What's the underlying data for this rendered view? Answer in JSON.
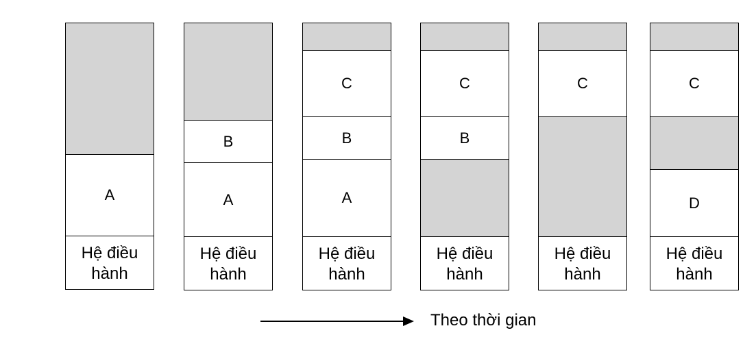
{
  "os_label_line1": "Hệ điều",
  "os_label_line2": "hành",
  "columns": [
    {
      "segments": [
        {
          "type": "free",
          "label": ""
        },
        {
          "type": "proc",
          "label": "A"
        }
      ]
    },
    {
      "segments": [
        {
          "type": "free",
          "label": ""
        },
        {
          "type": "proc",
          "label": "B"
        },
        {
          "type": "proc",
          "label": "A"
        }
      ]
    },
    {
      "segments": [
        {
          "type": "free",
          "label": ""
        },
        {
          "type": "proc",
          "label": "C"
        },
        {
          "type": "proc",
          "label": "B"
        },
        {
          "type": "proc",
          "label": "A"
        }
      ]
    },
    {
      "segments": [
        {
          "type": "free",
          "label": ""
        },
        {
          "type": "proc",
          "label": "C"
        },
        {
          "type": "proc",
          "label": "B"
        },
        {
          "type": "free",
          "label": ""
        }
      ]
    },
    {
      "segments": [
        {
          "type": "free",
          "label": ""
        },
        {
          "type": "proc",
          "label": "C"
        },
        {
          "type": "free",
          "label": ""
        }
      ]
    },
    {
      "segments": [
        {
          "type": "free",
          "label": ""
        },
        {
          "type": "proc",
          "label": "C"
        },
        {
          "type": "free",
          "label": ""
        },
        {
          "type": "proc",
          "label": "D"
        }
      ]
    }
  ],
  "timeline": {
    "label": "Theo thời gian"
  },
  "colors": {
    "free_memory": "#d4d4d4",
    "process_memory": "#ffffff",
    "border": "#000000"
  }
}
